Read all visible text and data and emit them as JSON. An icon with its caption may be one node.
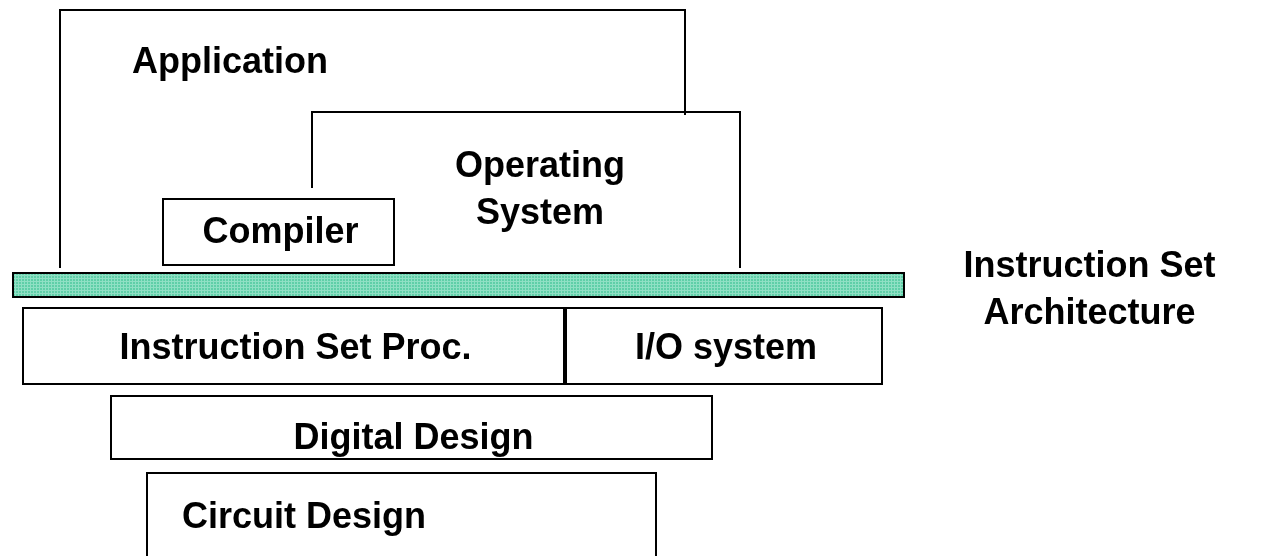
{
  "diagram": {
    "nodes": [
      {
        "text": [
          "Application"
        ]
      },
      {
        "text": [
          "Operating System"
        ]
      },
      {
        "text": [
          "Compiler"
        ],
        "in": 0
      },
      {
        "text": [],
        "shape": "bar",
        "beside": [
          "Instruction Set Architecture"
        ]
      },
      {
        "text": [
          "Instruction Set Proc."
        ]
      },
      {
        "text": [
          "I/O system"
        ]
      },
      {
        "text": [
          "Digital Design"
        ]
      },
      {
        "text": [
          "Circuit Design"
        ]
      }
    ]
  }
}
